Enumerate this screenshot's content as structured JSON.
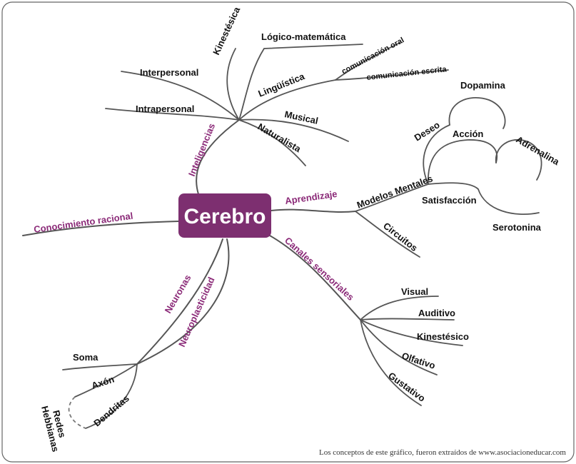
{
  "center": "Cerebro",
  "branches": {
    "inteligencias": "Inteligencias",
    "aprendizaje": "Aprendizaje",
    "canales": "Canales sensoriales",
    "neuronas": "Neuronas",
    "neuroplasticidad": "Neuroplasticidad",
    "conocimiento": "Conocimiento racional"
  },
  "inteligencias": {
    "kinestesica": "Kinestésica",
    "logico": "Lógico-matemática",
    "interpersonal": "Interpersonal",
    "linguistica": "Lingüística",
    "com_oral": "comunicación oral",
    "com_escrita": "comunicación escrita",
    "intrapersonal": "Intrapersonal",
    "musical": "Musical",
    "naturalista": "Naturalista"
  },
  "aprendizaje": {
    "modelos": "Modelos Mentales",
    "circuitos": "Circuitos",
    "deseo": "Deseo",
    "dopamina": "Dopamina",
    "accion": "Acción",
    "adrenalina": "Adrenalina",
    "satisfaccion": "Satisfacción",
    "serotonina": "Serotonina"
  },
  "canales": {
    "visual": "Visual",
    "auditivo": "Auditivo",
    "kinestesico": "Kinestésico",
    "olfativo": "Olfativo",
    "gustativo": "Gustativo"
  },
  "neuronas": {
    "soma": "Soma",
    "axon": "Axón",
    "dendritas": "Dendritas",
    "redes_1": "Redes",
    "redes_2": "Hebbianas"
  },
  "footer": "Los conceptos de este gráfico, fueron extraídos de www.asociacioneducar.com"
}
